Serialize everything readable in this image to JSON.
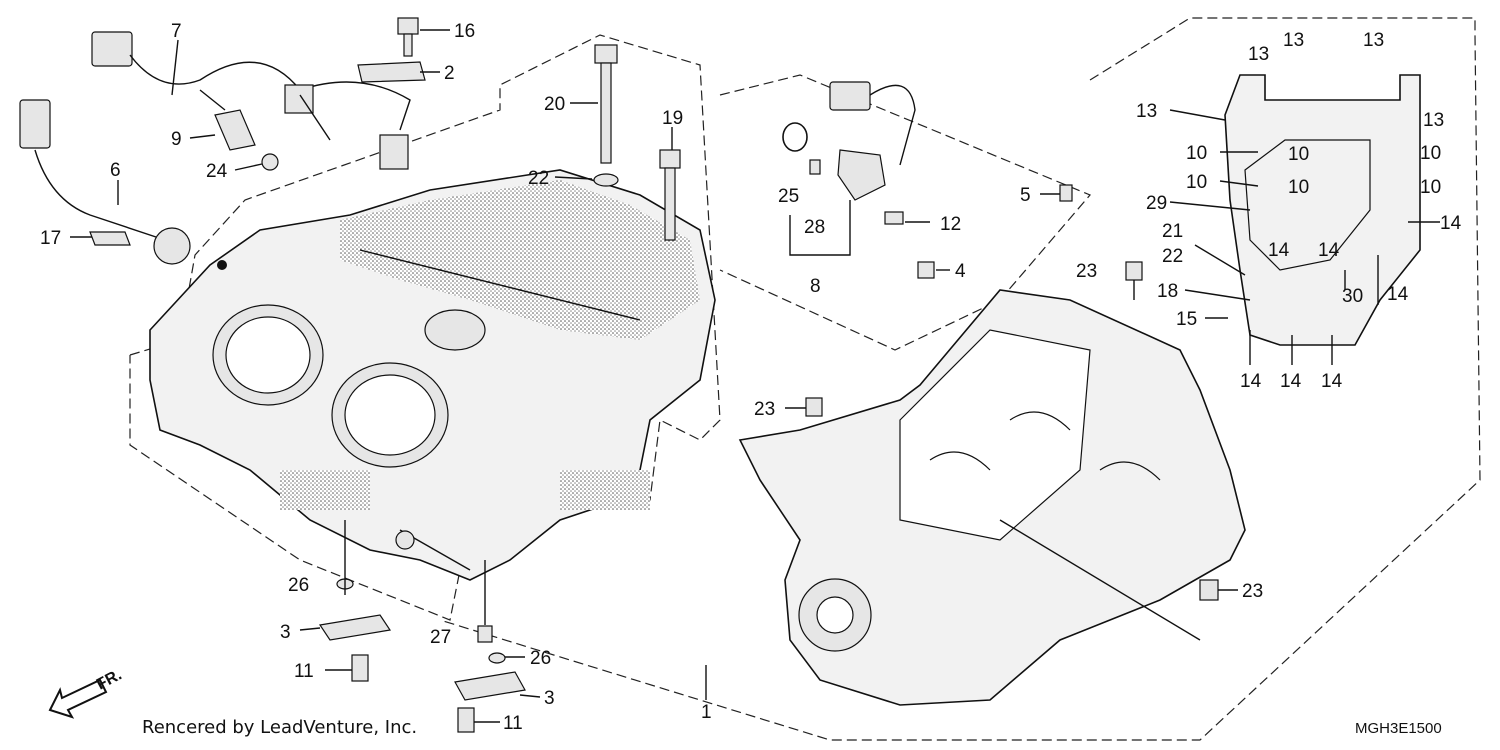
{
  "callouts": [
    {
      "id": "c7",
      "label": "7"
    },
    {
      "id": "c16",
      "label": "16"
    },
    {
      "id": "c2",
      "label": "2"
    },
    {
      "id": "c9",
      "label": "9"
    },
    {
      "id": "c24",
      "label": "24"
    },
    {
      "id": "c6",
      "label": "6"
    },
    {
      "id": "c17",
      "label": "17"
    },
    {
      "id": "c20",
      "label": "20"
    },
    {
      "id": "c19",
      "label": "19"
    },
    {
      "id": "c22a",
      "label": "22"
    },
    {
      "id": "c25",
      "label": "25"
    },
    {
      "id": "c28",
      "label": "28"
    },
    {
      "id": "c8",
      "label": "8"
    },
    {
      "id": "c12",
      "label": "12"
    },
    {
      "id": "c5",
      "label": "5"
    },
    {
      "id": "c4",
      "label": "4"
    },
    {
      "id": "c23a",
      "label": "23"
    },
    {
      "id": "c23b",
      "label": "23"
    },
    {
      "id": "c23c",
      "label": "23"
    },
    {
      "id": "c13a",
      "label": "13"
    },
    {
      "id": "c13b",
      "label": "13"
    },
    {
      "id": "c13c",
      "label": "13"
    },
    {
      "id": "c13d",
      "label": "13"
    },
    {
      "id": "c13e",
      "label": "13"
    },
    {
      "id": "c10a",
      "label": "10"
    },
    {
      "id": "c10b",
      "label": "10"
    },
    {
      "id": "c10c",
      "label": "10"
    },
    {
      "id": "c10d",
      "label": "10"
    },
    {
      "id": "c10e",
      "label": "10"
    },
    {
      "id": "c10f",
      "label": "10"
    },
    {
      "id": "c29",
      "label": "29"
    },
    {
      "id": "c21",
      "label": "21"
    },
    {
      "id": "c22b",
      "label": "22"
    },
    {
      "id": "c18",
      "label": "18"
    },
    {
      "id": "c15",
      "label": "15"
    },
    {
      "id": "c30",
      "label": "30"
    },
    {
      "id": "c14a",
      "label": "14"
    },
    {
      "id": "c14b",
      "label": "14"
    },
    {
      "id": "c14c",
      "label": "14"
    },
    {
      "id": "c14d",
      "label": "14"
    },
    {
      "id": "c14e",
      "label": "14"
    },
    {
      "id": "c14f",
      "label": "14"
    },
    {
      "id": "c14g",
      "label": "14"
    },
    {
      "id": "c26a",
      "label": "26"
    },
    {
      "id": "c26b",
      "label": "26"
    },
    {
      "id": "c3a",
      "label": "3"
    },
    {
      "id": "c3b",
      "label": "3"
    },
    {
      "id": "c27",
      "label": "27"
    },
    {
      "id": "c11a",
      "label": "11"
    },
    {
      "id": "c11b",
      "label": "11"
    },
    {
      "id": "c1",
      "label": "1"
    }
  ],
  "front_indicator": "FR.",
  "footer": {
    "credit": "Rencered by LeadVenture, Inc.",
    "diagram_code": "MGH3E1500"
  }
}
